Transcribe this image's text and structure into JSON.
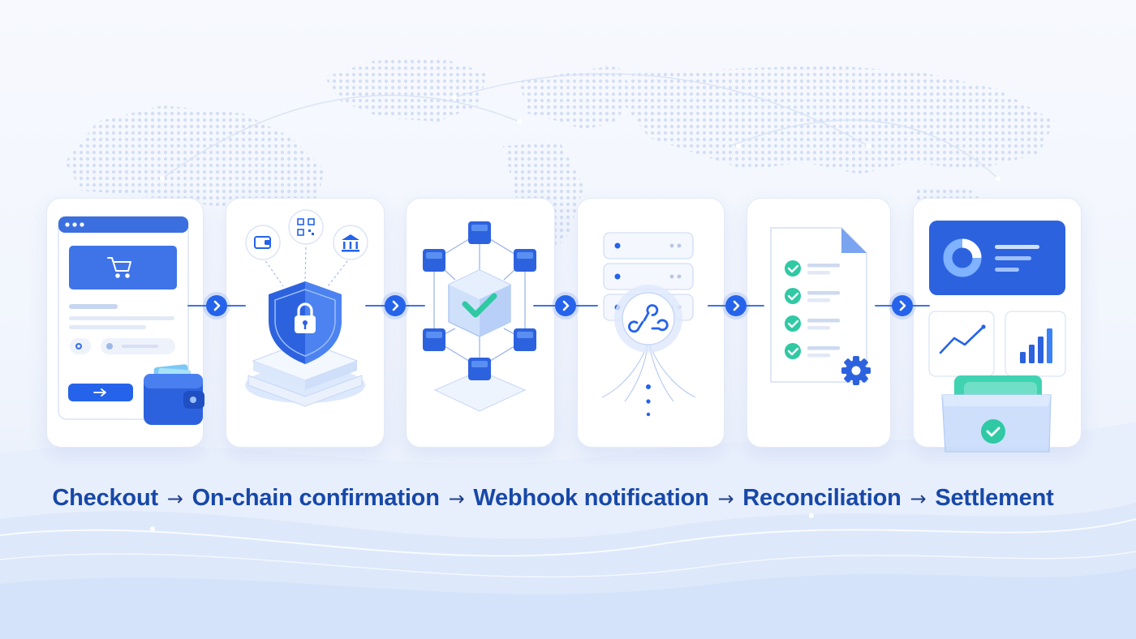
{
  "flow": {
    "steps": [
      "Checkout",
      "On-chain confirmation",
      "Webhook notification",
      "Reconciliation",
      "Settlement"
    ],
    "separator": "→"
  },
  "icons": {
    "checkout": [
      "browser-window-icon",
      "shopping-cart-icon",
      "wallet-icon"
    ],
    "security": [
      "shield-lock-icon",
      "wallet-icon",
      "qr-code-icon",
      "bank-icon"
    ],
    "blockchain": [
      "blockchain-cube-icon",
      "check-icon"
    ],
    "webhook": [
      "server-stack-icon",
      "webhook-icon"
    ],
    "reconciliation": [
      "document-checklist-icon",
      "gear-icon"
    ],
    "settlement": [
      "donut-chart-icon",
      "line-chart-icon",
      "bar-chart-icon",
      "wallet-check-icon"
    ]
  },
  "colors": {
    "primary": "#2563eb",
    "accent_green": "#2fc9a4",
    "caption": "#1748a8",
    "card_border": "#e3e9f6"
  }
}
